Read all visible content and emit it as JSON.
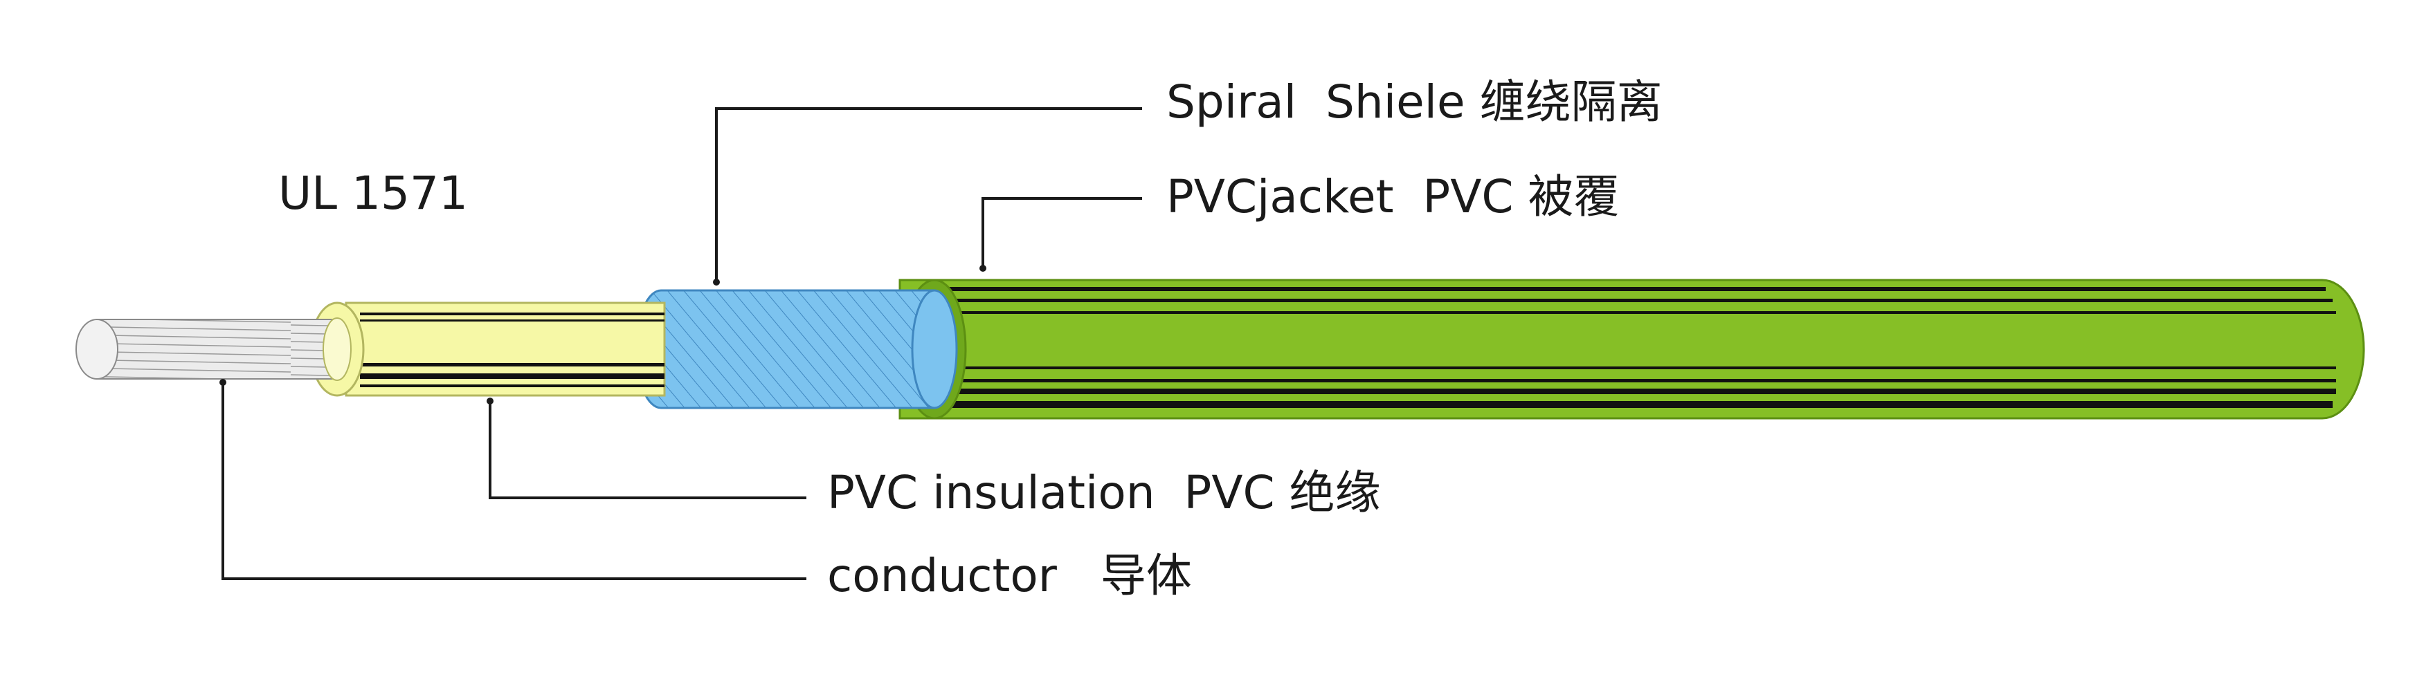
{
  "diagram": {
    "title": "UL 1571",
    "labels": {
      "spiral_shield": "Spiral  Shiele 缠绕隔离",
      "pvc_jacket": "PVCjacket  PVC 被覆",
      "pvc_insulation": "PVC insulation  PVC 绝缘",
      "conductor": "conductor   导体"
    },
    "colors": {
      "jacket_green": "#86bf26",
      "jacket_dark_green": "#6fa81c",
      "stripe_black": "#111111",
      "shield_blue": "#7cc3ef",
      "insulation_yellow": "#f6f8a6",
      "conductor_silver": "#e9e9e9"
    }
  }
}
